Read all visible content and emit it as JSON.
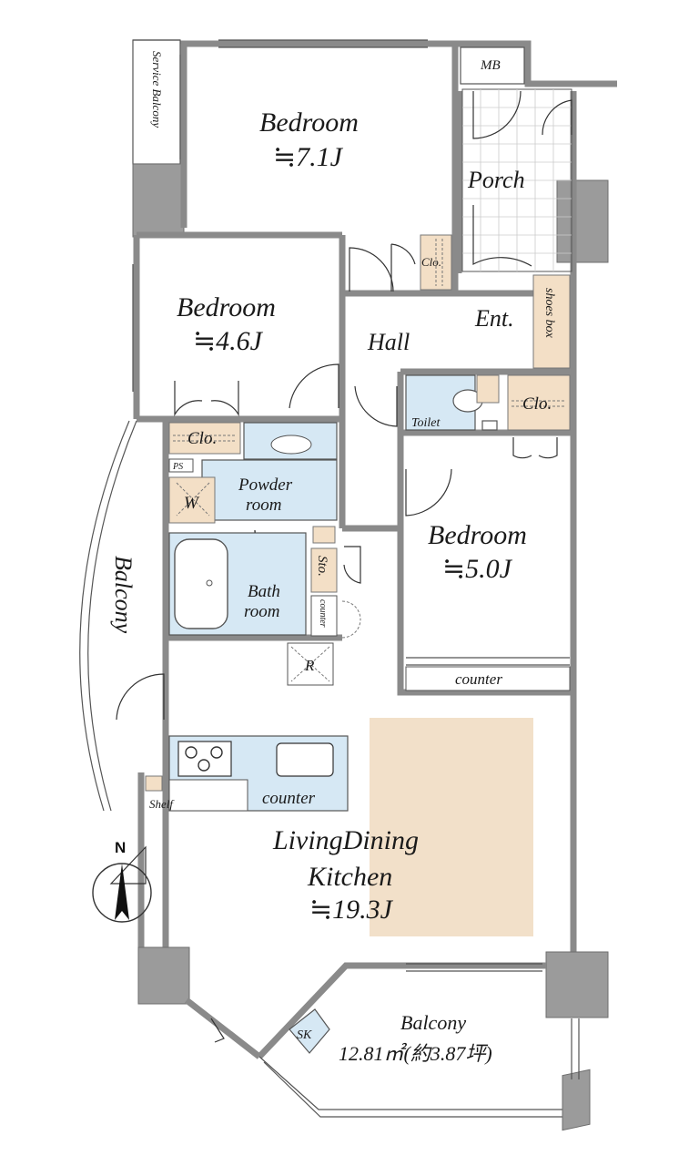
{
  "rooms": {
    "service_balcony": "Service Balcony",
    "mb": "MB",
    "bedroom1_name": "Bedroom",
    "bedroom1_size": "≒7.1J",
    "porch": "Porch",
    "clo1": "Clo.",
    "bedroom2_name": "Bedroom",
    "bedroom2_size": "≒4.6J",
    "hall": "Hall",
    "ent": "Ent.",
    "shoes_box": "shoes box",
    "toilet": "Toilet",
    "clo2": "Clo.",
    "clo3": "Clo.",
    "ps": "PS",
    "w": "W",
    "powder_line1": "Powder",
    "powder_line2": "room",
    "bedroom3_name": "Bedroom",
    "bedroom3_size": "≒5.0J",
    "balcony_side": "Balcony",
    "bath_line1": "Bath",
    "bath_line2": "room",
    "sto": "Sto.",
    "counter_small": "counter",
    "counter_bed": "counter",
    "r": "R",
    "counter_kitchen": "counter",
    "shelf": "Shelf",
    "ldk_line1": "LivingDining",
    "ldk_line2": "Kitchen",
    "ldk_size": "≒19.3J",
    "sk": "SK",
    "balcony_main": "Balcony",
    "balcony_area": "12.81㎡(約3.87坪)",
    "north": "N"
  },
  "colors": {
    "wall": "#9b9b9b",
    "wet_area": "#d6e8f4",
    "storage": "#f3dfc6",
    "floor_highlight": "#f2e0c9"
  }
}
